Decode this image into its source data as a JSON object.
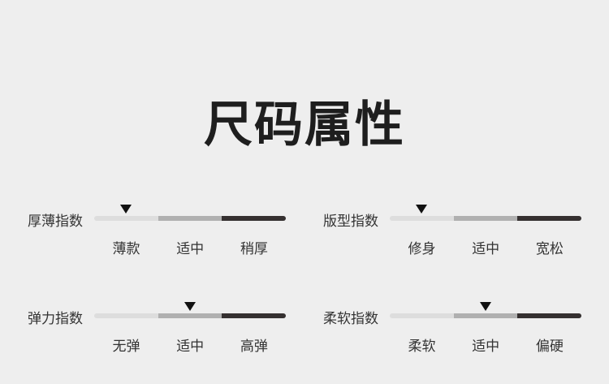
{
  "title": "尺码属性",
  "attributes": [
    {
      "label": "厚薄指数",
      "options": [
        "薄款",
        "适中",
        "稍厚"
      ],
      "selected_index": 0
    },
    {
      "label": "版型指数",
      "options": [
        "修身",
        "适中",
        "宽松"
      ],
      "selected_index": 0
    },
    {
      "label": "弹力指数",
      "options": [
        "无弹",
        "适中",
        "高弹"
      ],
      "selected_index": 1
    },
    {
      "label": "柔软指数",
      "options": [
        "柔软",
        "适中",
        "偏硬"
      ],
      "selected_index": 1
    }
  ]
}
